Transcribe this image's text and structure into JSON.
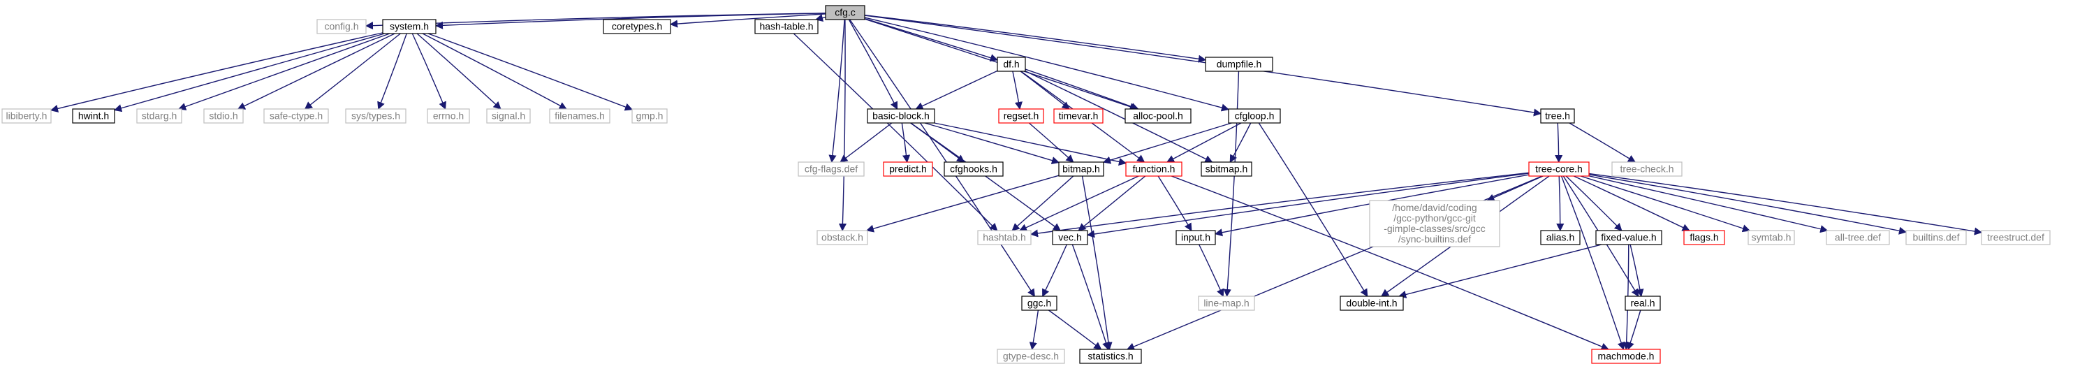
{
  "diagram": {
    "colors": {
      "edge": "#191970",
      "border_primary": "#000000",
      "border_external": "#bfbfbf",
      "border_truncated": "#ff0000",
      "fill_root": "#bfbfbf",
      "text_primary": "#000000",
      "text_external": "#7f7f7f"
    },
    "nodes": [
      {
        "id": "cfg_c",
        "label": "cfg.c",
        "kind": "root"
      },
      {
        "id": "config_h",
        "label": "config.h",
        "kind": "external"
      },
      {
        "id": "system_h",
        "label": "system.h",
        "kind": "normal"
      },
      {
        "id": "coretypes_h",
        "label": "coretypes.h",
        "kind": "normal"
      },
      {
        "id": "hash_table_h",
        "label": "hash-table.h",
        "kind": "normal"
      },
      {
        "id": "df_h",
        "label": "df.h",
        "kind": "normal"
      },
      {
        "id": "dumpfile_h",
        "label": "dumpfile.h",
        "kind": "normal"
      },
      {
        "id": "tree_h",
        "label": "tree.h",
        "kind": "normal"
      },
      {
        "id": "libiberty_h",
        "label": "libiberty.h",
        "kind": "external"
      },
      {
        "id": "hwint_h",
        "label": "hwint.h",
        "kind": "normal"
      },
      {
        "id": "stdarg_h",
        "label": "stdarg.h",
        "kind": "external"
      },
      {
        "id": "stdio_h",
        "label": "stdio.h",
        "kind": "external"
      },
      {
        "id": "safe_ctype_h",
        "label": "safe-ctype.h",
        "kind": "external"
      },
      {
        "id": "sys_types_h",
        "label": "sys/types.h",
        "kind": "external"
      },
      {
        "id": "errno_h",
        "label": "errno.h",
        "kind": "external"
      },
      {
        "id": "signal_h",
        "label": "signal.h",
        "kind": "external"
      },
      {
        "id": "filenames_h",
        "label": "filenames.h",
        "kind": "external"
      },
      {
        "id": "gmp_h",
        "label": "gmp.h",
        "kind": "external"
      },
      {
        "id": "basic_block_h",
        "label": "basic-block.h",
        "kind": "normal"
      },
      {
        "id": "regset_h",
        "label": "regset.h",
        "kind": "truncated"
      },
      {
        "id": "timevar_h",
        "label": "timevar.h",
        "kind": "truncated"
      },
      {
        "id": "alloc_pool_h",
        "label": "alloc-pool.h",
        "kind": "normal"
      },
      {
        "id": "cfgloop_h",
        "label": "cfgloop.h",
        "kind": "normal"
      },
      {
        "id": "cfg_flags_def",
        "label": "cfg-flags.def",
        "kind": "external"
      },
      {
        "id": "predict_h",
        "label": "predict.h",
        "kind": "truncated"
      },
      {
        "id": "cfghooks_h",
        "label": "cfghooks.h",
        "kind": "normal"
      },
      {
        "id": "bitmap_h",
        "label": "bitmap.h",
        "kind": "normal"
      },
      {
        "id": "function_h",
        "label": "function.h",
        "kind": "truncated"
      },
      {
        "id": "sbitmap_h",
        "label": "sbitmap.h",
        "kind": "normal"
      },
      {
        "id": "tree_core_h",
        "label": "tree-core.h",
        "kind": "truncated"
      },
      {
        "id": "tree_check_h",
        "label": "tree-check.h",
        "kind": "external"
      },
      {
        "id": "obstack_h",
        "label": "obstack.h",
        "kind": "external"
      },
      {
        "id": "hashtab_h",
        "label": "hashtab.h",
        "kind": "external"
      },
      {
        "id": "vec_h",
        "label": "vec.h",
        "kind": "normal"
      },
      {
        "id": "input_h",
        "label": "input.h",
        "kind": "normal"
      },
      {
        "id": "sync_builtins_def",
        "label": "/home/david/coding\n/gcc-python/gcc-git\n-gimple-classes/src/gcc\n/sync-builtins.def",
        "kind": "external"
      },
      {
        "id": "alias_h",
        "label": "alias.h",
        "kind": "normal"
      },
      {
        "id": "fixed_value_h",
        "label": "fixed-value.h",
        "kind": "normal"
      },
      {
        "id": "flags_h",
        "label": "flags.h",
        "kind": "truncated"
      },
      {
        "id": "symtab_h",
        "label": "symtab.h",
        "kind": "external"
      },
      {
        "id": "all_tree_def",
        "label": "all-tree.def",
        "kind": "external"
      },
      {
        "id": "builtins_def",
        "label": "builtins.def",
        "kind": "external"
      },
      {
        "id": "treestruct_def",
        "label": "treestruct.def",
        "kind": "external"
      },
      {
        "id": "ggc_h",
        "label": "ggc.h",
        "kind": "normal"
      },
      {
        "id": "line_map_h",
        "label": "line-map.h",
        "kind": "external"
      },
      {
        "id": "double_int_h",
        "label": "double-int.h",
        "kind": "normal"
      },
      {
        "id": "real_h",
        "label": "real.h",
        "kind": "normal"
      },
      {
        "id": "gtype_desc_h",
        "label": "gtype-desc.h",
        "kind": "external"
      },
      {
        "id": "statistics_h",
        "label": "statistics.h",
        "kind": "normal"
      },
      {
        "id": "machmode_h",
        "label": "machmode.h",
        "kind": "truncated"
      }
    ],
    "edges": [
      [
        "cfg_c",
        "config_h"
      ],
      [
        "cfg_c",
        "system_h"
      ],
      [
        "cfg_c",
        "coretypes_h"
      ],
      [
        "cfg_c",
        "hash_table_h"
      ],
      [
        "cfg_c",
        "df_h"
      ],
      [
        "cfg_c",
        "dumpfile_h"
      ],
      [
        "cfg_c",
        "tree_h"
      ],
      [
        "cfg_c",
        "basic_block_h"
      ],
      [
        "cfg_c",
        "alloc_pool_h"
      ],
      [
        "cfg_c",
        "cfgloop_h"
      ],
      [
        "cfg_c",
        "cfg_flags_def"
      ],
      [
        "cfg_c",
        "obstack_h"
      ],
      [
        "cfg_c",
        "ggc_h"
      ],
      [
        "system_h",
        "libiberty_h"
      ],
      [
        "system_h",
        "hwint_h"
      ],
      [
        "system_h",
        "stdarg_h"
      ],
      [
        "system_h",
        "stdio_h"
      ],
      [
        "system_h",
        "safe_ctype_h"
      ],
      [
        "system_h",
        "sys_types_h"
      ],
      [
        "system_h",
        "errno_h"
      ],
      [
        "system_h",
        "signal_h"
      ],
      [
        "system_h",
        "filenames_h"
      ],
      [
        "system_h",
        "gmp_h"
      ],
      [
        "hash_table_h",
        "hashtab_h"
      ],
      [
        "df_h",
        "basic_block_h"
      ],
      [
        "df_h",
        "regset_h"
      ],
      [
        "df_h",
        "timevar_h"
      ],
      [
        "df_h",
        "alloc_pool_h"
      ],
      [
        "df_h",
        "sbitmap_h"
      ],
      [
        "df_h",
        "function_h"
      ],
      [
        "dumpfile_h",
        "line_map_h"
      ],
      [
        "tree_h",
        "tree_core_h"
      ],
      [
        "tree_h",
        "tree_check_h"
      ],
      [
        "basic_block_h",
        "predict_h"
      ],
      [
        "basic_block_h",
        "cfghooks_h"
      ],
      [
        "basic_block_h",
        "cfg_flags_def"
      ],
      [
        "basic_block_h",
        "bitmap_h"
      ],
      [
        "basic_block_h",
        "function_h"
      ],
      [
        "basic_block_h",
        "vec_h"
      ],
      [
        "regset_h",
        "bitmap_h"
      ],
      [
        "cfgloop_h",
        "bitmap_h"
      ],
      [
        "cfgloop_h",
        "sbitmap_h"
      ],
      [
        "cfgloop_h",
        "function_h"
      ],
      [
        "cfgloop_h",
        "double_int_h"
      ],
      [
        "bitmap_h",
        "obstack_h"
      ],
      [
        "bitmap_h",
        "hashtab_h"
      ],
      [
        "bitmap_h",
        "statistics_h"
      ],
      [
        "function_h",
        "hashtab_h"
      ],
      [
        "function_h",
        "vec_h"
      ],
      [
        "function_h",
        "input_h"
      ],
      [
        "function_h",
        "machmode_h"
      ],
      [
        "tree_core_h",
        "hashtab_h"
      ],
      [
        "tree_core_h",
        "vec_h"
      ],
      [
        "tree_core_h",
        "input_h"
      ],
      [
        "tree_core_h",
        "sync_builtins_def"
      ],
      [
        "tree_core_h",
        "alias_h"
      ],
      [
        "tree_core_h",
        "fixed_value_h"
      ],
      [
        "tree_core_h",
        "flags_h"
      ],
      [
        "tree_core_h",
        "symtab_h"
      ],
      [
        "tree_core_h",
        "all_tree_def"
      ],
      [
        "tree_core_h",
        "builtins_def"
      ],
      [
        "tree_core_h",
        "treestruct_def"
      ],
      [
        "tree_core_h",
        "double_int_h"
      ],
      [
        "tree_core_h",
        "real_h"
      ],
      [
        "tree_core_h",
        "machmode_h"
      ],
      [
        "tree_core_h",
        "statistics_h"
      ],
      [
        "vec_h",
        "ggc_h"
      ],
      [
        "vec_h",
        "statistics_h"
      ],
      [
        "input_h",
        "line_map_h"
      ],
      [
        "fixed_value_h",
        "double_int_h"
      ],
      [
        "fixed_value_h",
        "real_h"
      ],
      [
        "fixed_value_h",
        "machmode_h"
      ],
      [
        "real_h",
        "machmode_h"
      ],
      [
        "ggc_h",
        "gtype_desc_h"
      ],
      [
        "ggc_h",
        "statistics_h"
      ]
    ]
  }
}
